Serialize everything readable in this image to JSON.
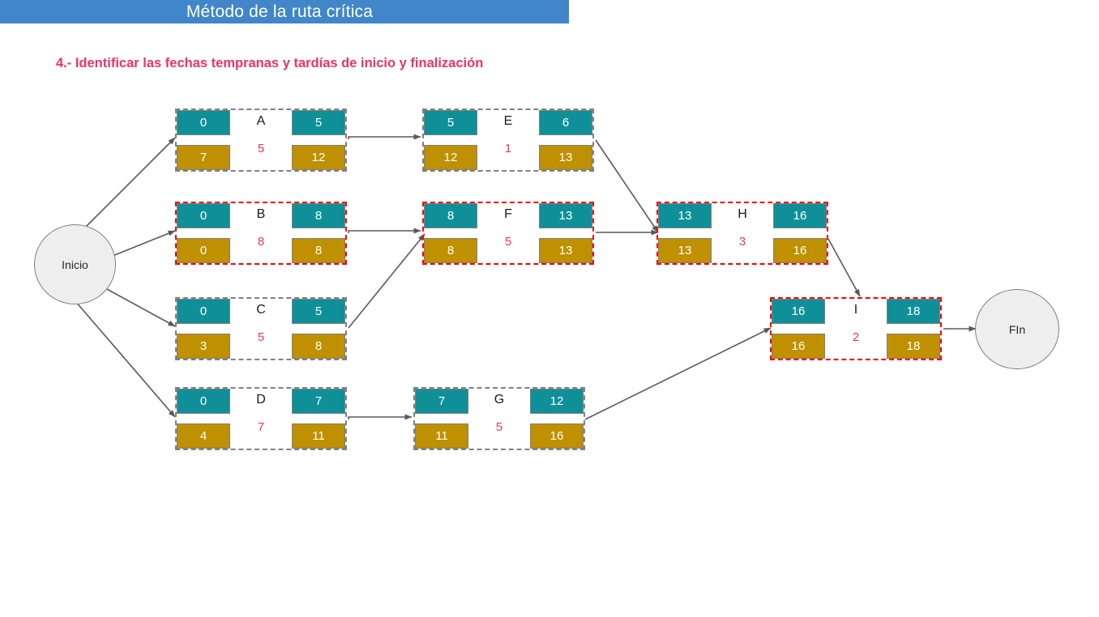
{
  "header": {
    "band_title": "Método de la ruta crítica",
    "band_color": "#4186c8",
    "step_title": "4.- Identificar las fechas tempranas y tardías de inicio y finalización",
    "step_color": "#ee3266"
  },
  "legend": {
    "early_color": "#0f9099",
    "late_color": "#bf9000",
    "critical_color": "#ff0000",
    "normal_border_color": "#808080",
    "edge_color": "#595959"
  },
  "terminals": [
    {
      "id": "inicio",
      "label": "Inicio"
    },
    {
      "id": "fin",
      "label": "FIn"
    }
  ],
  "activities": [
    {
      "id": "A",
      "name": "A",
      "duration": "5",
      "early_start": "0",
      "early_finish": "5",
      "late_start": "7",
      "late_finish": "12",
      "critical": false
    },
    {
      "id": "B",
      "name": "B",
      "duration": "8",
      "early_start": "0",
      "early_finish": "8",
      "late_start": "0",
      "late_finish": "8",
      "critical": true
    },
    {
      "id": "C",
      "name": "C",
      "duration": "5",
      "early_start": "0",
      "early_finish": "5",
      "late_start": "3",
      "late_finish": "8",
      "critical": false
    },
    {
      "id": "D",
      "name": "D",
      "duration": "7",
      "early_start": "0",
      "early_finish": "7",
      "late_start": "4",
      "late_finish": "11",
      "critical": false
    },
    {
      "id": "E",
      "name": "E",
      "duration": "1",
      "early_start": "5",
      "early_finish": "6",
      "late_start": "12",
      "late_finish": "13",
      "critical": false
    },
    {
      "id": "F",
      "name": "F",
      "duration": "5",
      "early_start": "8",
      "early_finish": "13",
      "late_start": "8",
      "late_finish": "13",
      "critical": true
    },
    {
      "id": "G",
      "name": "G",
      "duration": "5",
      "early_start": "7",
      "early_finish": "12",
      "late_start": "11",
      "late_finish": "16",
      "critical": false
    },
    {
      "id": "H",
      "name": "H",
      "duration": "3",
      "early_start": "13",
      "early_finish": "16",
      "late_start": "13",
      "late_finish": "16",
      "critical": true
    },
    {
      "id": "I",
      "name": "I",
      "duration": "2",
      "early_start": "16",
      "early_finish": "18",
      "late_start": "16",
      "late_finish": "18",
      "critical": true
    }
  ],
  "edges": [
    {
      "from": "inicio",
      "to": "A"
    },
    {
      "from": "inicio",
      "to": "B"
    },
    {
      "from": "inicio",
      "to": "C"
    },
    {
      "from": "inicio",
      "to": "D"
    },
    {
      "from": "A",
      "to": "E"
    },
    {
      "from": "B",
      "to": "F"
    },
    {
      "from": "C",
      "to": "F"
    },
    {
      "from": "D",
      "to": "G"
    },
    {
      "from": "E",
      "to": "H"
    },
    {
      "from": "F",
      "to": "H"
    },
    {
      "from": "G",
      "to": "I"
    },
    {
      "from": "H",
      "to": "I"
    },
    {
      "from": "I",
      "to": "fin"
    }
  ]
}
